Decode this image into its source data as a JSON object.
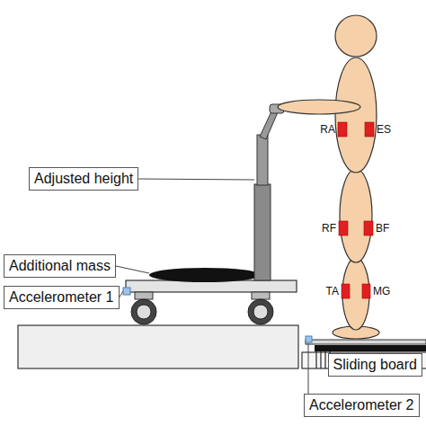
{
  "diagram": {
    "nodes": [
      {
        "text": [
          "Adjusted height"
        ]
      },
      {
        "text": [
          "Additional mass"
        ]
      },
      {
        "text": [
          "Accelerometer 1"
        ]
      },
      {
        "text": [
          "Sliding board"
        ]
      },
      {
        "text": [
          "Accelerometer 2"
        ]
      }
    ],
    "labels": [
      "RA",
      "ES",
      "RF",
      "BF",
      "TA",
      "MG"
    ]
  }
}
